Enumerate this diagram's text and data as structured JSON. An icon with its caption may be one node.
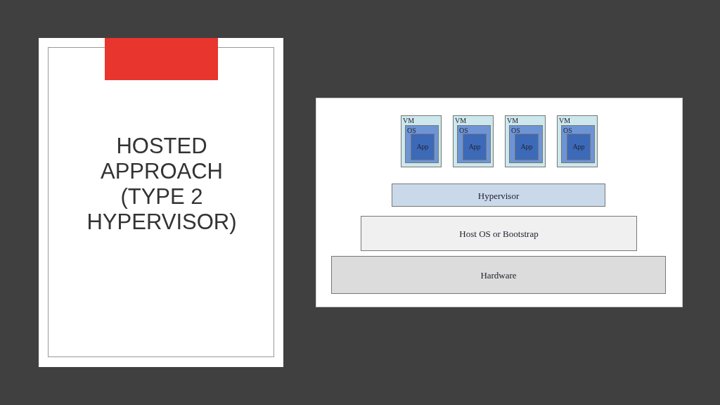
{
  "diagram": {
    "title": "HOSTED APPROACH (TYPE 2 HYPERVISOR)",
    "nodes": [
      {
        "text": [
          "VM"
        ]
      },
      {
        "text": [
          "OS"
        ],
        "in": 0
      },
      {
        "text": [
          "App"
        ],
        "in": 1
      },
      {
        "text": [
          "VM"
        ]
      },
      {
        "text": [
          "OS"
        ],
        "in": 3
      },
      {
        "text": [
          "App"
        ],
        "in": 4
      },
      {
        "text": [
          "VM"
        ]
      },
      {
        "text": [
          "OS"
        ],
        "in": 6
      },
      {
        "text": [
          "App"
        ],
        "in": 7
      },
      {
        "text": [
          "VM"
        ]
      },
      {
        "text": [
          "OS"
        ],
        "in": 9
      },
      {
        "text": [
          "App"
        ],
        "in": 10
      },
      {
        "text": [
          "Hypervisor"
        ]
      },
      {
        "text": [
          "Host OS or Bootstrap"
        ]
      },
      {
        "text": [
          "Hardware"
        ]
      }
    ],
    "edges": []
  }
}
